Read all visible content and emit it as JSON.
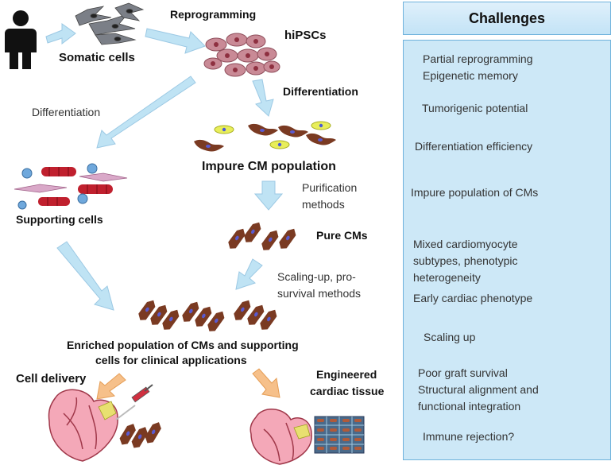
{
  "labels": {
    "somatic_cells": "Somatic cells",
    "reprogramming": "Reprogramming",
    "hipscs": "hiPSCs",
    "differentiation_right": "Differentiation",
    "differentiation_left": "Differentiation",
    "impure_population": "Impure CM population",
    "purification_line1": "Purification",
    "purification_line2": "methods",
    "supporting_cells": "Supporting  cells",
    "pure_cms": "Pure CMs",
    "scaling_line1": "Scaling-up, pro-",
    "scaling_line2": "survival methods",
    "enriched_line1": "Enriched population of CMs and supporting",
    "enriched_line2": "cells for clinical applications",
    "cell_delivery": "Cell delivery",
    "engineered_line1": "Engineered",
    "engineered_line2": "cardiac tissue"
  },
  "challenges": {
    "title": "Challenges",
    "items": [
      "Partial reprogramming",
      "Epigenetic memory",
      "Tumorigenic potential",
      "Differentiation  efficiency",
      "Impure population of CMs",
      "Mixed cardiomyocyte",
      "subtypes, phenotypic",
      "heterogeneity",
      "Early cardiac phenotype",
      "Scaling up",
      "Poor graft survival",
      "Structural alignment and",
      "functional integration",
      "Immune rejection?"
    ]
  },
  "colors": {
    "arrow_blue": "#bfe3f4",
    "arrow_orange": "#f6c08a",
    "panel_fill": "#cde8f7",
    "panel_border": "#6fb2dc",
    "cm_brown": "#7a3a22",
    "ipsc_pink": "#c98a96"
  }
}
